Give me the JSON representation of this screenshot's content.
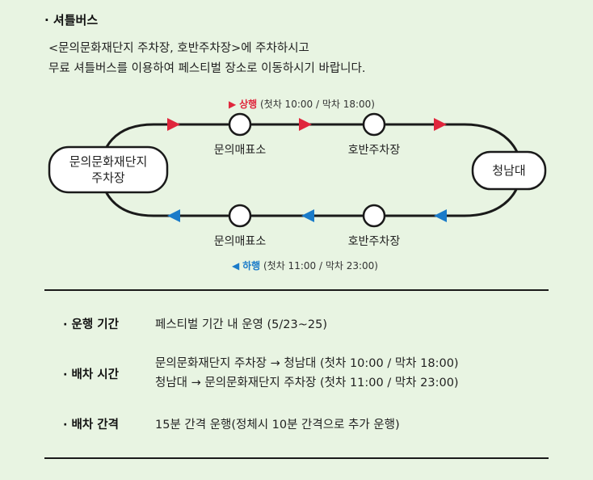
{
  "section": {
    "title": "· 셔틀버스",
    "intro_lines": [
      "<문의문화재단지 주차장, 호반주차장>에 주차하시고",
      "무료 셔틀버스를 이용하여 페스티벌 장소로 이동하시기 바랍니다."
    ]
  },
  "route": {
    "up": {
      "label": "상행",
      "schedule": "(첫차 10:00 / 막차 18:00)",
      "symbol": "▶",
      "color": "#e0263c"
    },
    "down": {
      "label": "하행",
      "schedule": "(첫차 11:00 / 막차 23:00)",
      "symbol": "◀",
      "color": "#1a7bc9"
    },
    "origin_lines": [
      "문의문화재단지",
      "주차장"
    ],
    "destination": "청남대",
    "top_stops": [
      "문의매표소",
      "호반주차장"
    ],
    "bottom_stops": [
      "문의매표소",
      "호반주차장"
    ]
  },
  "info": [
    {
      "label": "· 운행 기간",
      "values": [
        "페스티벌 기간 내 운영 (5/23~25)"
      ]
    },
    {
      "label": "· 배차 시간",
      "values": [
        "문의문화재단지 주차장 → 청남대 (첫차 10:00 / 막차 18:00)",
        "청남대 → 문의문화재단지 주차장 (첫차 11:00 / 막차 23:00)"
      ]
    },
    {
      "label": "· 배차 간격",
      "values": [
        "15분 간격 운행(정체시 10분 간격으로 추가 운행)"
      ]
    }
  ]
}
